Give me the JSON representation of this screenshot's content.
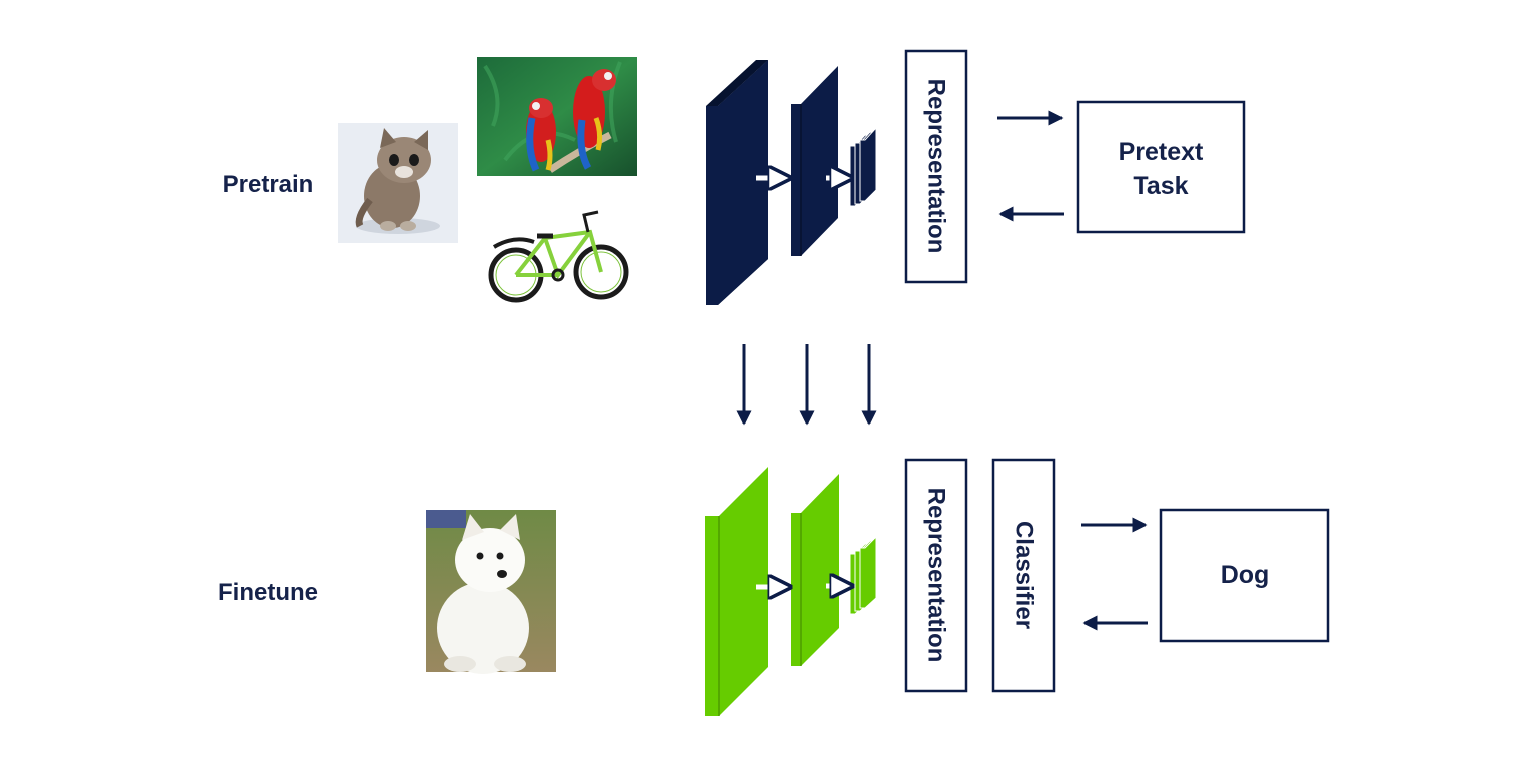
{
  "colors": {
    "navy": "#0c1c47",
    "navy_side": "#06122f",
    "green": "#66cc00",
    "green_side": "#4d9c00",
    "stroke": "#0c1c47",
    "text": "#15224a"
  },
  "pretrain": {
    "stage_label": "Pretrain",
    "images": [
      "kitten-photo",
      "parrots-photo",
      "bicycle-photo"
    ],
    "representation_label": "Representation",
    "task_label_line1": "Pretext",
    "task_label_line2": "Task"
  },
  "finetune": {
    "stage_label": "Finetune",
    "images": [
      "puppy-photo"
    ],
    "representation_label": "Representation",
    "classifier_label": "Classifier",
    "output_label": "Dog"
  }
}
